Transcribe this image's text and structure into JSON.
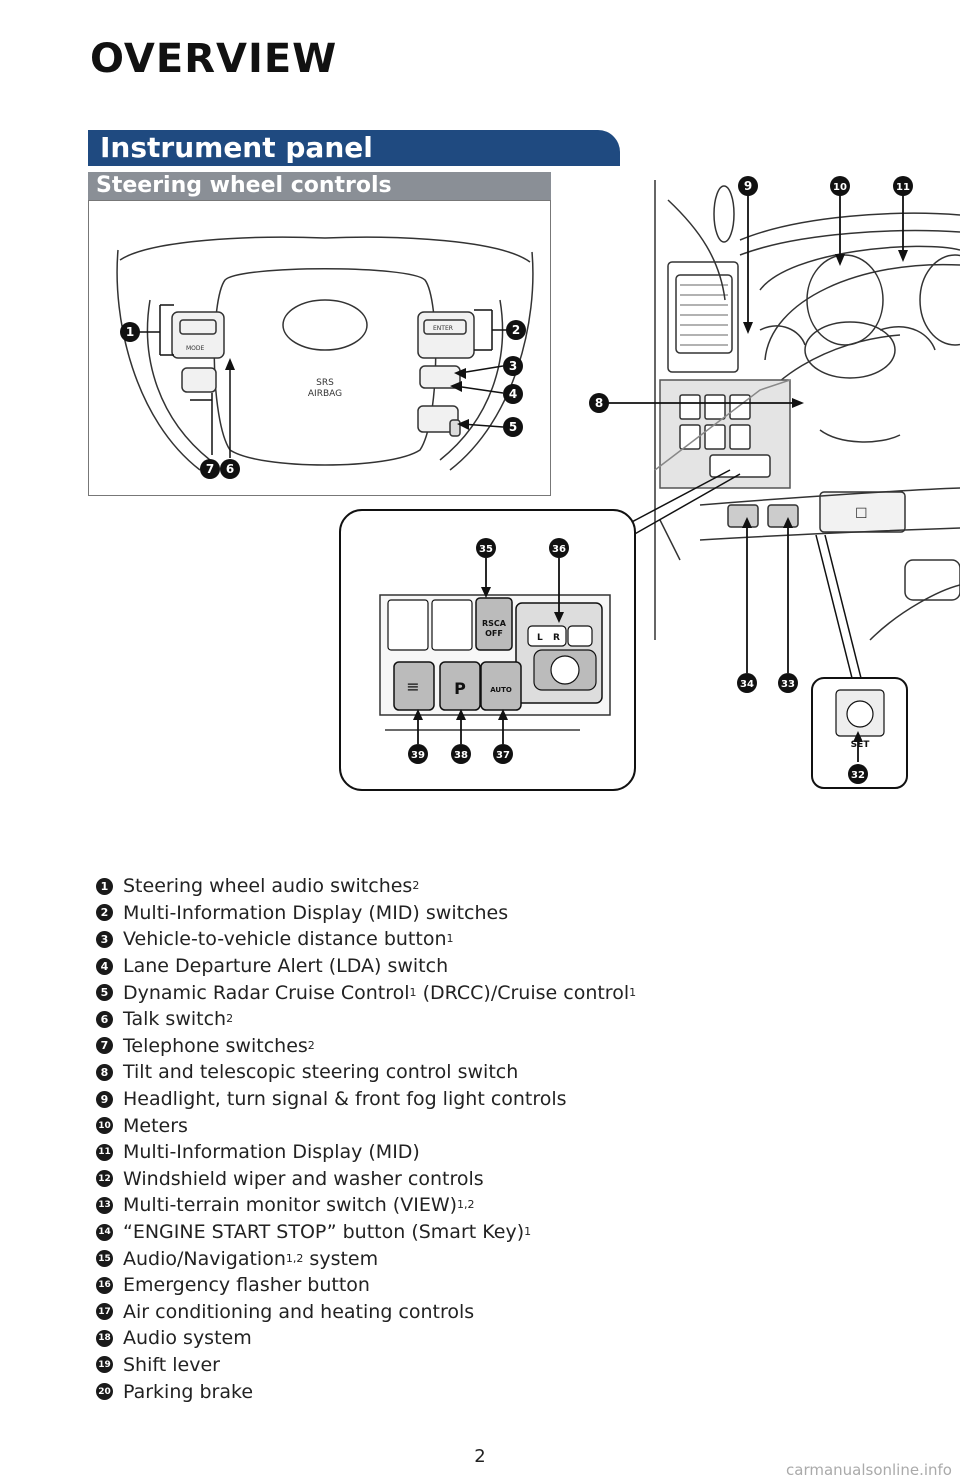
{
  "page_title": "OVERVIEW",
  "section_title": "Instrument panel",
  "subsection_title": "Steering wheel controls",
  "illustration_labels": {
    "airbag_line1": "SRS",
    "airbag_line2": "AIRBAG",
    "rsca_line1": "RSCA",
    "rsca_line2": "OFF",
    "mirror_left": "L",
    "mirror_right": "R",
    "auto": "AUTO",
    "set": "SET",
    "mode": "MODE",
    "enter": "ENTER"
  },
  "callouts": {
    "c1": "1",
    "c2": "2",
    "c3": "3",
    "c4": "4",
    "c5": "5",
    "c6": "6",
    "c7": "7",
    "c8": "8",
    "c9": "9",
    "c10": "10",
    "c11": "11",
    "c32": "32",
    "c33": "33",
    "c34": "34",
    "c35": "35",
    "c36": "36",
    "c37": "37",
    "c38": "38",
    "c39": "39"
  },
  "legend": [
    {
      "num": "1",
      "text": "Steering wheel audio switches",
      "sup": "2",
      "after": ""
    },
    {
      "num": "2",
      "text": "Multi-Information Display (MID) switches",
      "sup": "",
      "after": ""
    },
    {
      "num": "3",
      "text": "Vehicle-to-vehicle distance button",
      "sup": "1",
      "after": ""
    },
    {
      "num": "4",
      "text": "Lane Departure Alert (LDA) switch",
      "sup": "",
      "after": ""
    },
    {
      "num": "5",
      "text": "Dynamic Radar Cruise Control",
      "sup": "1",
      "after": " (DRCC)/Cruise control",
      "sup2": "1"
    },
    {
      "num": "6",
      "text": "Talk switch",
      "sup": "2",
      "after": ""
    },
    {
      "num": "7",
      "text": "Telephone switches",
      "sup": "2",
      "after": ""
    },
    {
      "num": "8",
      "text": "Tilt and telescopic steering control switch",
      "sup": "",
      "after": ""
    },
    {
      "num": "9",
      "text": "Headlight, turn signal & front fog light controls",
      "sup": "",
      "after": ""
    },
    {
      "num": "10",
      "text": "Meters",
      "sup": "",
      "after": ""
    },
    {
      "num": "11",
      "text": "Multi-Information Display (MID)",
      "sup": "",
      "after": ""
    },
    {
      "num": "12",
      "text": "Windshield wiper and washer controls",
      "sup": "",
      "after": ""
    },
    {
      "num": "13",
      "text": "Multi-terrain monitor switch (VIEW)",
      "sup": "1,2",
      "after": ""
    },
    {
      "num": "14",
      "text": "“ENGINE START STOP” button (Smart Key)",
      "sup": "1",
      "after": ""
    },
    {
      "num": "15",
      "text": "Audio/Navigation",
      "sup": "1,2",
      "after": " system"
    },
    {
      "num": "16",
      "text": "Emergency flasher button",
      "sup": "",
      "after": ""
    },
    {
      "num": "17",
      "text": "Air conditioning and heating controls",
      "sup": "",
      "after": ""
    },
    {
      "num": "18",
      "text": "Audio system",
      "sup": "",
      "after": ""
    },
    {
      "num": "19",
      "text": "Shift lever",
      "sup": "",
      "after": ""
    },
    {
      "num": "20",
      "text": "Parking brake",
      "sup": "",
      "after": ""
    }
  ],
  "page_number": "2",
  "watermark": "carmanualsonline.info"
}
